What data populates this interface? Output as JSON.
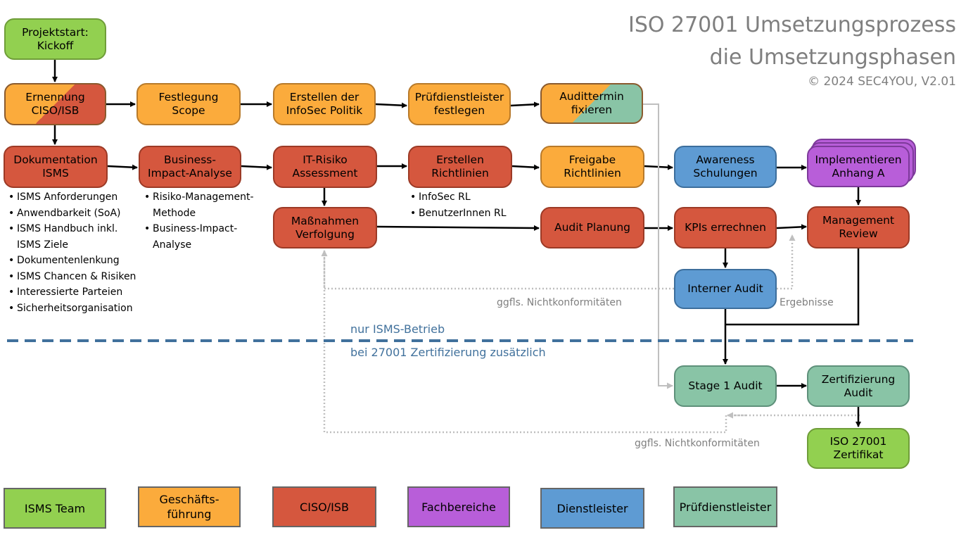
{
  "title": {
    "line1": "ISO 27001 Umsetzungsprozess",
    "line2": "die Umsetzungsphasen",
    "copyright": "© 2024 SEC4YOU, V2.01"
  },
  "colors": {
    "isms_team": "#92d050",
    "geschaeftsfuehrung": "#fbab3c",
    "ciso_isb": "#d5573e",
    "fachbereiche": "#b85ed9",
    "dienstleister": "#5e9bd3",
    "pruefdienstleister": "#89c4a6",
    "separator": "#41719c"
  },
  "nodes": {
    "kickoff": "Projektstart:\nKickoff",
    "ernennung": "Ernennung\nCISO/ISB",
    "festlegung": "Festlegung\nScope",
    "politik": "Erstellen der\nInfoSec Politik",
    "pruefdienst": "Prüfdienstleister\nfestlegen",
    "audittermin": "Audittermin\nfixieren",
    "dokumentation": "Dokumentation\nISMS",
    "bia": "Business-\nImpact-Analyse",
    "itrisiko": "IT-Risiko\nAssessment",
    "richtlinien": "Erstellen\nRichtlinien",
    "freigabe": "Freigabe\nRichtlinien",
    "awareness": "Awareness\nSchulungen",
    "anhang": "Implementieren\nAnhang A",
    "massnahmen": "Maßnahmen\nVerfolgung",
    "auditplanung": "Audit Planung",
    "kpis": "KPIs errechnen",
    "management": "Management\nReview",
    "interner": "Interner Audit",
    "stage1": "Stage 1 Audit",
    "zert_audit": "Zertifizierung\nAudit",
    "zertifikat": "ISO 27001\nZertifikat"
  },
  "bullets": {
    "dokumentation": [
      "ISMS Anforderungen",
      "Anwendbarkeit (SoA)",
      "ISMS Handbuch inkl.\nISMS Ziele",
      "Dokumentenlenkung",
      "ISMS Chancen & Risiken",
      "Interessierte Parteien",
      "Sicherheitsorganisation"
    ],
    "bia": [
      "Risiko-Management-\nMethode",
      "Business-Impact-\nAnalyse"
    ],
    "richtlinien": [
      "InfoSec RL",
      "BenutzerInnen RL"
    ]
  },
  "notes": {
    "nk1": "ggfls. Nichtkonformitäten",
    "ergebnisse": "Ergebnisse",
    "nk2": "ggfls. Nichtkonformitäten"
  },
  "sections": {
    "betrieb": "nur ISMS-Betrieb",
    "zertifizierung": "bei 27001 Zertifizierung zusätzlich"
  },
  "legend": {
    "isms_team": "ISMS Team",
    "geschaeftsfuehrung": "Geschäfts-\nführung",
    "ciso_isb": "CISO/ISB",
    "fachbereiche": "Fachbereiche",
    "dienstleister": "Dienstleister",
    "pruefdienstleister": "Prüfdienstleister"
  }
}
